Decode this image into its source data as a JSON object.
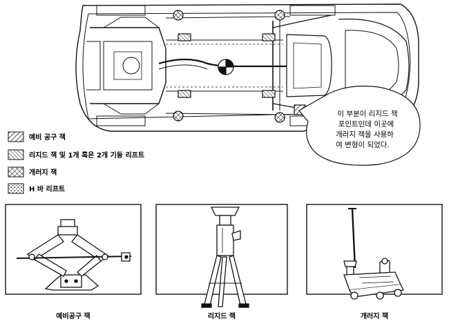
{
  "legend": [
    {
      "key": "spare-tool-jack",
      "label": "예비 공구 잭",
      "pattern": "hatch-fwd"
    },
    {
      "key": "rigid-jack-or-lift",
      "label": "리지드 잭 및 1개 혹은 2개 기둥 리프트",
      "pattern": "hatch-back"
    },
    {
      "key": "garage-jack",
      "label": "개러지 잭",
      "pattern": "crosshatch"
    },
    {
      "key": "h-bar-lift",
      "label": "H 바 리프트",
      "pattern": "dots"
    }
  ],
  "callout": {
    "lines": [
      "이 부분이 리지드 잭",
      "포인트인데 이곳에",
      "개러지 잭을 사용하",
      "여 변형이 되었다."
    ]
  },
  "panels": [
    {
      "key": "spare-tool-jack",
      "caption": "예비공구 잭"
    },
    {
      "key": "rigid-rack",
      "caption": "리지드 랙"
    },
    {
      "key": "garage-jack",
      "caption": "개러지 잭"
    }
  ],
  "colors": {
    "ink": "#111111",
    "paper": "#ffffff",
    "callout_fill": "#ffffff"
  }
}
